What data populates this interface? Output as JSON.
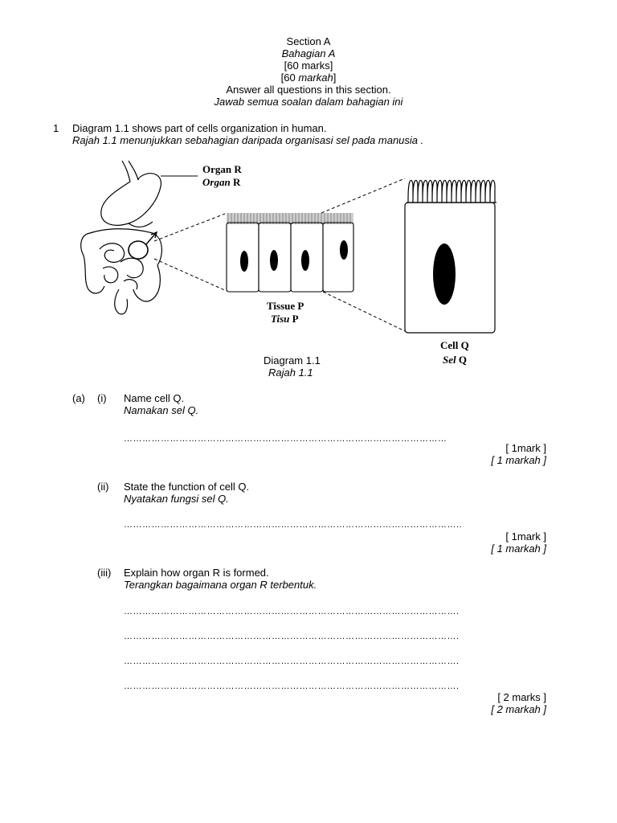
{
  "header": {
    "section_en": "Section A",
    "section_ms": "Bahagian A",
    "marks_en": "[60 marks]",
    "marks_ms_pre": "[60 ",
    "marks_ms_word": "markah",
    "marks_ms_post": "]",
    "instruction_en": "Answer all questions in this section.",
    "instruction_ms": "Jawab semua soalan dalam bahagian ini"
  },
  "question": {
    "number": "1",
    "stem_en": "Diagram 1.1 shows part of cells organization in human.",
    "stem_ms": "Rajah 1.1 menunjukkan sebahagian daripada organisasi sel pada manusia ."
  },
  "diagram": {
    "organ_label_en": "Organ R",
    "organ_label_ms_word": "Organ",
    "organ_label_ms_letter": " R",
    "tissue_label_en": "Tissue P",
    "tissue_label_ms_word": "Tisu",
    "tissue_label_ms_letter": " P",
    "cell_label_en": "Cell Q",
    "cell_label_ms_word": "Sel",
    "cell_label_ms_letter": " Q",
    "caption_en": "Diagram 1.1",
    "caption_ms": "Rajah 1.1"
  },
  "part_a": {
    "label": "(a)",
    "sub_i": {
      "label": "(i)",
      "prompt_en": "Name cell Q.",
      "prompt_ms": "Namakan sel Q.",
      "answer_lines": [
        "……………………………………………………………………………………………"
      ],
      "marks_en": "[ 1mark ]",
      "marks_ms": "[ 1 markah ]"
    },
    "sub_ii": {
      "label": "(ii)",
      "prompt_en": "State the function of cell Q.",
      "prompt_ms": "Nyatakan fungsi sel Q.",
      "answer_lines": [
        "……………………………………………………………………………………………….."
      ],
      "marks_en": "[ 1mark ]",
      "marks_ms": "[ 1 markah ]"
    },
    "sub_iii": {
      "label": "(iii)",
      "prompt_en": "Explain how organ R is formed.",
      "prompt_ms": "Terangkan bagaimana organ R terbentuk.",
      "answer_lines": [
        "……………………………………………………………………………………………….",
        "……………………………………………………………………………………………….",
        "……………………………………………………………………………………………….",
        "………………………………………………………………………………………………."
      ],
      "marks_en": "[ 2 marks ]",
      "marks_ms": "[ 2 markah ]"
    }
  }
}
